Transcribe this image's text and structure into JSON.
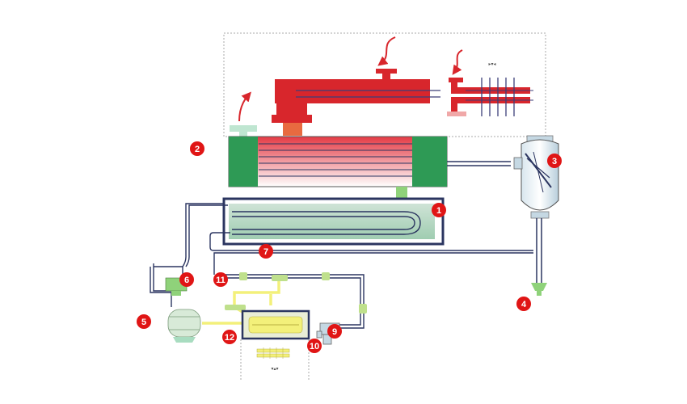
{
  "colors": {
    "hot_red": "#d8262c",
    "tank_green": "#2e9a55",
    "light_green": "#a8dcc0",
    "pipe_navy": "#2b3560",
    "glycol_yellow": "#f3f07a",
    "marker_red": "#e01515",
    "dashed_border": "#aaaaaa"
  },
  "labels": {
    "heater_sym": "▸▾◂",
    "cooler_sym": "▾▴▾"
  },
  "markers": [
    {
      "id": "1",
      "label": "1"
    },
    {
      "id": "2",
      "label": "2"
    },
    {
      "id": "3",
      "label": "3"
    },
    {
      "id": "4",
      "label": "4"
    },
    {
      "id": "5",
      "label": "5"
    },
    {
      "id": "6",
      "label": "6"
    },
    {
      "id": "7",
      "label": "7"
    },
    {
      "id": "9",
      "label": "9"
    },
    {
      "id": "10",
      "label": "10"
    },
    {
      "id": "11",
      "label": "11"
    },
    {
      "id": "12",
      "label": "12"
    }
  ]
}
